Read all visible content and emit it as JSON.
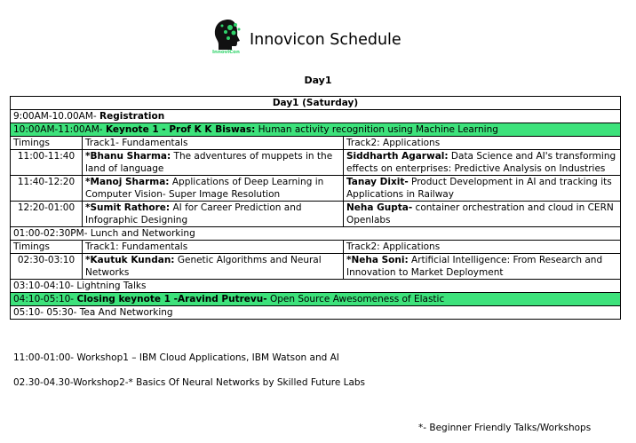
{
  "header": {
    "logo_text": "InnoviCon",
    "title": "Innovicon Schedule"
  },
  "day_heading": "Day1",
  "schedule": {
    "caption": "Day1 (Saturday)",
    "registration": {
      "time": "9:00AM-10.00AM-",
      "title": "Registration"
    },
    "keynote": {
      "time": "10:00AM-11:00AM-",
      "title": "Keynote 1 - Prof K K Biswas:",
      "topic": "Human activity recognition using Machine Learning"
    },
    "session1": {
      "headers": [
        "Timings",
        "Track1- Fundamentals",
        "Track2: Applications"
      ],
      "rows": [
        {
          "time": "11:00-11:40",
          "t1_speaker": "*Bhanu Sharma:",
          "t1_topic": "The adventures of muppets in the land of language",
          "t2_speaker": "Siddharth Agarwal:",
          "t2_topic": "Data Science and AI's transforming effects on enterprises: Predictive Analysis on Industries"
        },
        {
          "time": "11:40-12:20",
          "t1_speaker": "*Manoj Sharma:",
          "t1_topic": "Applications of Deep Learning in Computer Vision- Super Image Resolution",
          "t2_speaker": "Tanay Dixit-",
          "t2_topic": "Product Development in AI and tracking its Applications in Railway"
        },
        {
          "time": "12:20-01:00",
          "t1_speaker": "*Sumit Rathore:",
          "t1_topic": "AI for Career Prediction and Infographic Designing",
          "t2_speaker": "Neha Gupta-",
          "t2_topic": "container orchestration and cloud in CERN Openlabs"
        }
      ]
    },
    "lunch": "01:00-02:30PM- Lunch and Networking",
    "session2": {
      "headers": [
        "Timings",
        "Track1: Fundamentals",
        "Track2: Applications"
      ],
      "rows": [
        {
          "time": "02:30-03:10",
          "t1_speaker": "*Kautuk Kundan:",
          "t1_topic": "Genetic Algorithms and Neural Networks",
          "t2_speaker": "*Neha Soni:",
          "t2_topic": "Artificial Intelligence: From Research and Innovation to Market Deployment"
        }
      ]
    },
    "lightning": "03:10-04:10-  Lightning Talks",
    "closing": {
      "time": "04:10-05:10-",
      "title": "Closing keynote 1 -Aravind Putrevu-",
      "topic": "Open Source Awesomeness of Elastic"
    },
    "tea": "05:10- 05:30- Tea And Networking"
  },
  "workshops": [
    "11:00-01:00- Workshop1 – IBM Cloud Applications, IBM Watson and AI",
    "02.30-04.30-Workshop2-* Basics Of Neural Networks by Skilled Future Labs"
  ],
  "footnote": "*- Beginner Friendly Talks/Workshops",
  "colors": {
    "highlight": "#3de27b",
    "logo_green": "#2fd36a"
  }
}
